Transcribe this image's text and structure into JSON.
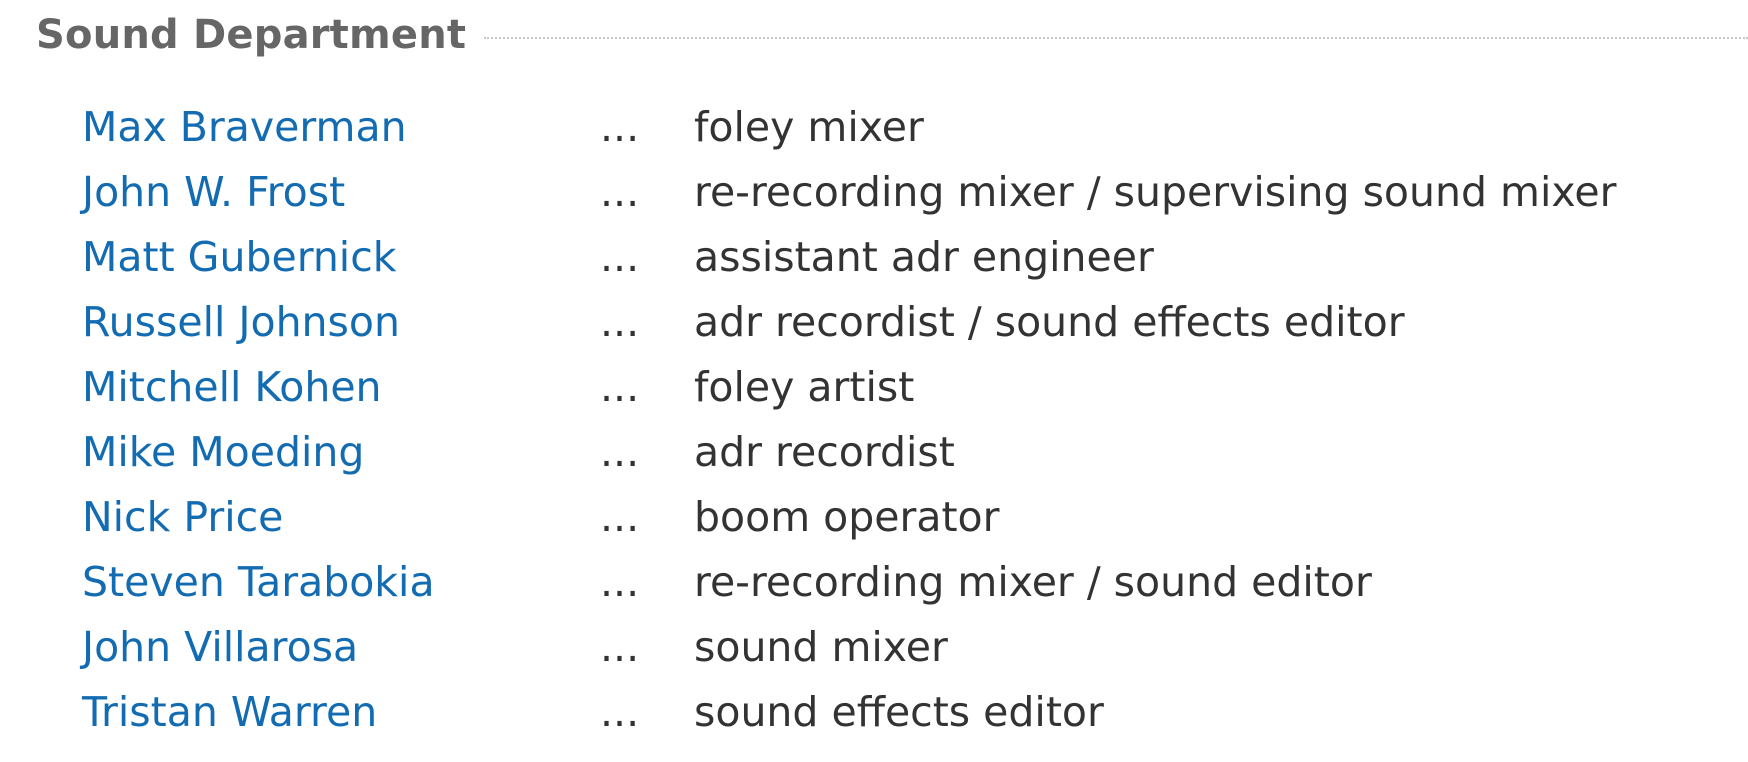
{
  "section": {
    "title": "Sound Department"
  },
  "credits": [
    {
      "name": "Max Braverman",
      "sep": "...",
      "role": "foley mixer"
    },
    {
      "name": "John W. Frost",
      "sep": "...",
      "role": "re-recording mixer / supervising sound mixer"
    },
    {
      "name": "Matt Gubernick",
      "sep": "...",
      "role": "assistant adr engineer"
    },
    {
      "name": "Russell Johnson",
      "sep": "...",
      "role": "adr recordist / sound effects editor"
    },
    {
      "name": "Mitchell Kohen",
      "sep": "...",
      "role": "foley artist"
    },
    {
      "name": "Mike Moeding",
      "sep": "...",
      "role": "adr recordist"
    },
    {
      "name": "Nick Price",
      "sep": "...",
      "role": "boom operator"
    },
    {
      "name": "Steven Tarabokia",
      "sep": "...",
      "role": "re-recording mixer / sound editor"
    },
    {
      "name": "John Villarosa",
      "sep": "...",
      "role": "sound mixer"
    },
    {
      "name": "Tristan Warren",
      "sep": "...",
      "role": "sound effects editor"
    }
  ],
  "colors": {
    "link": "#136cb2",
    "text": "#333333",
    "header": "#666666",
    "rule": "#c8c8c8"
  }
}
